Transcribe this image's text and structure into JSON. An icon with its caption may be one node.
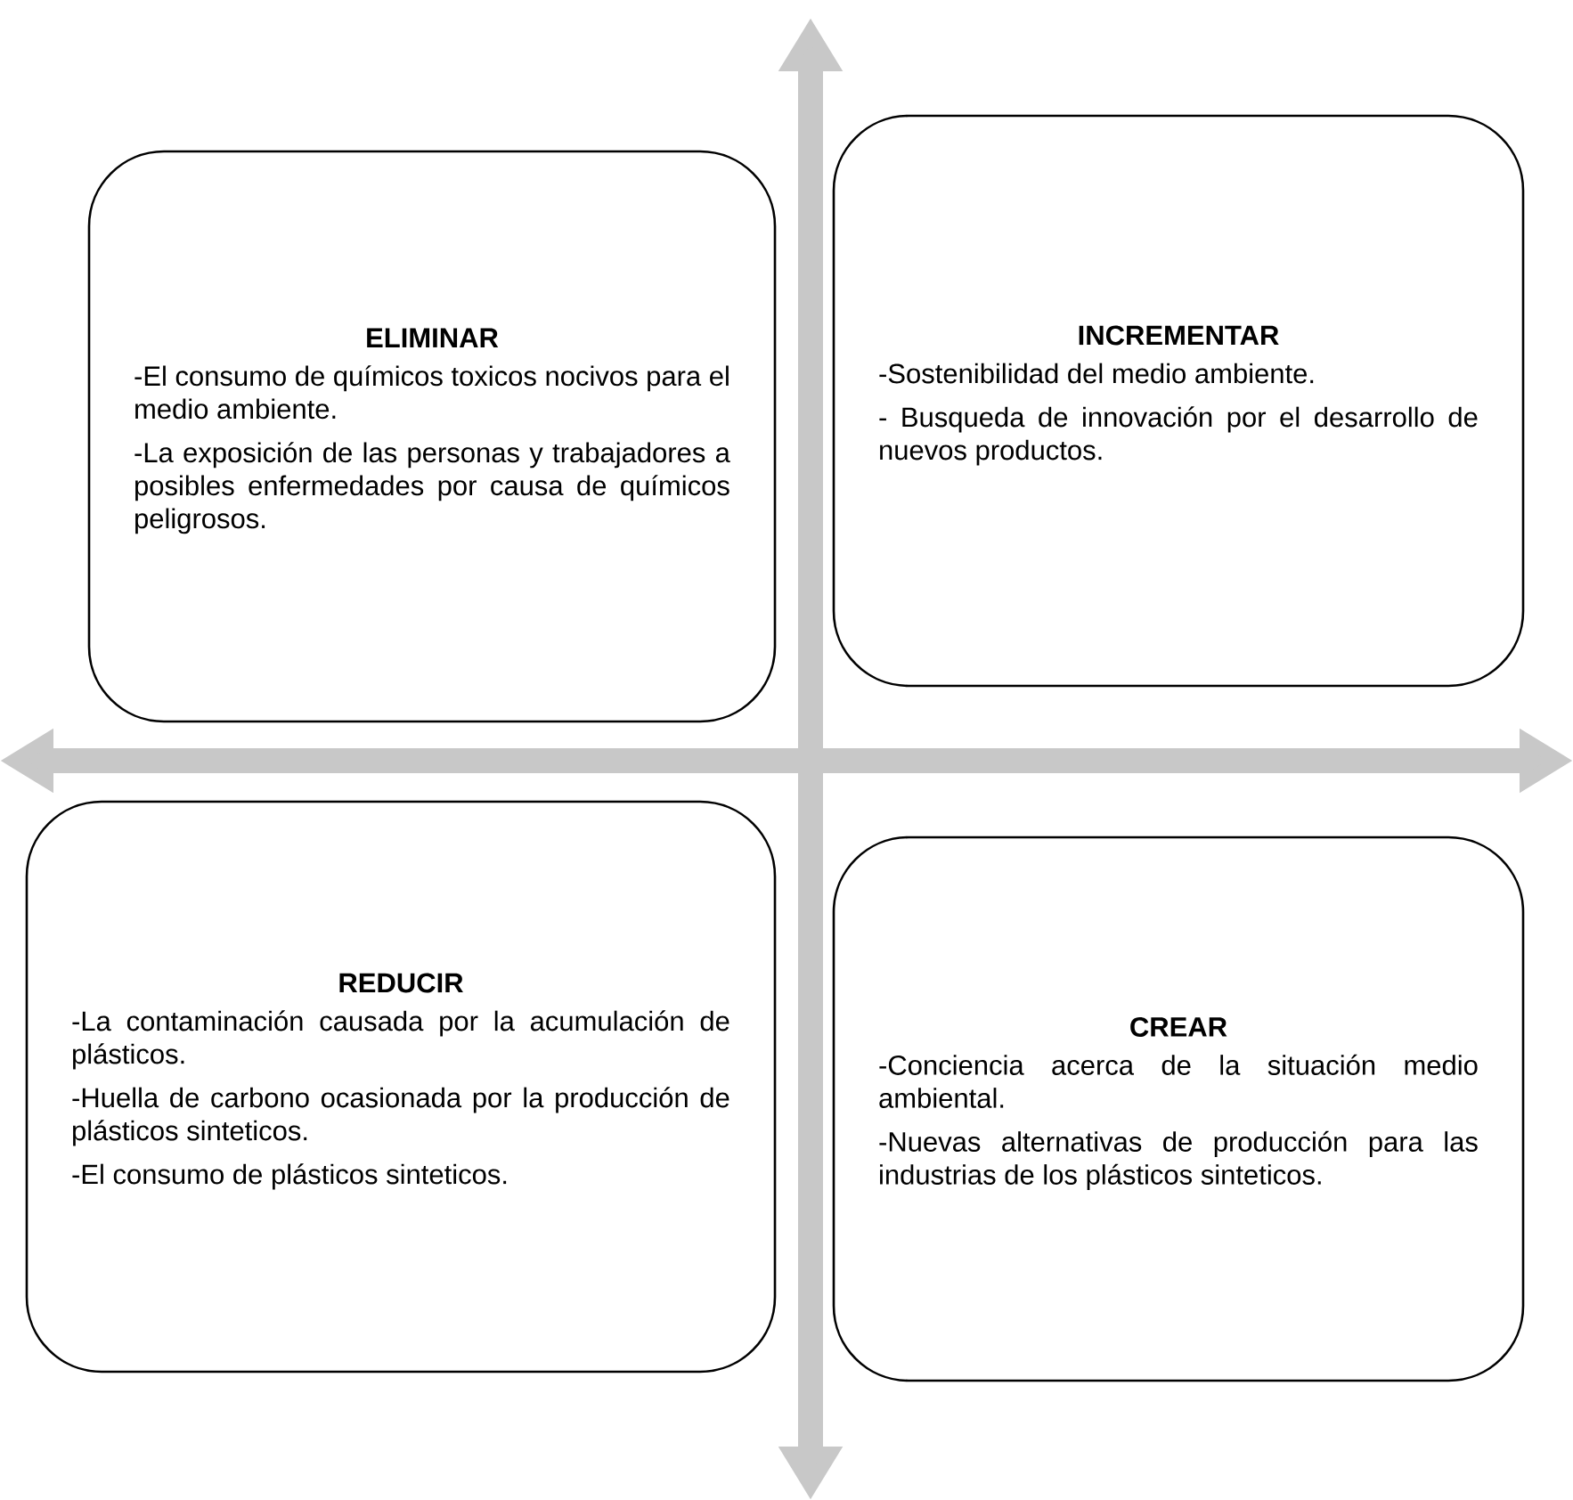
{
  "diagram": {
    "nodes": [
      {
        "text": [
          "ELIMINAR",
          "-El consumo de químicos toxicos nocivos para el medio ambiente.",
          "-La exposición de las personas y trabajadores a posibles enfermedades por causa de químicos peligrosos."
        ]
      },
      {
        "text": [
          "INCREMENTAR",
          "-Sostenibilidad del medio ambiente.",
          "- Busqueda de innovación por el desarrollo de nuevos productos."
        ]
      },
      {
        "text": [
          "REDUCIR",
          "-La contaminación causada por la acumulación de plásticos.",
          "-Huella de carbono ocasionada por la producción de plásticos sinteticos.",
          "-El consumo de plásticos sinteticos."
        ]
      },
      {
        "text": [
          "CREAR",
          "-Conciencia acerca de la situación medio ambiental.",
          "-Nuevas alternativas de producción para las industrias de los plásticos sinteticos."
        ]
      }
    ]
  }
}
